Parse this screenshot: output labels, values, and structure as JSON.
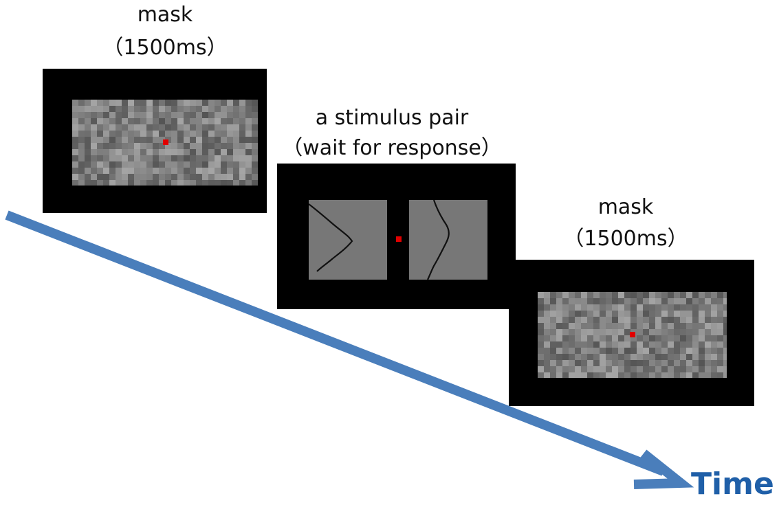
{
  "colors": {
    "screen_background": "#000000",
    "fixation_dot": "#e00000",
    "stimulus_field": "#777777",
    "arrow": "#4a7ebb",
    "time_label": "#1f5fa8"
  },
  "panels": [
    {
      "id": "mask-1",
      "type": "mask",
      "title": "mask",
      "subtitle": "（1500ms）"
    },
    {
      "id": "stimulus",
      "type": "stimulus-pair",
      "title": "a stimulus pair",
      "subtitle": "（wait for response）"
    },
    {
      "id": "mask-2",
      "type": "mask",
      "title": "mask",
      "subtitle": "（1500ms）"
    }
  ],
  "time_axis": {
    "label": "Time",
    "icon": "arrow-right-down-icon"
  }
}
